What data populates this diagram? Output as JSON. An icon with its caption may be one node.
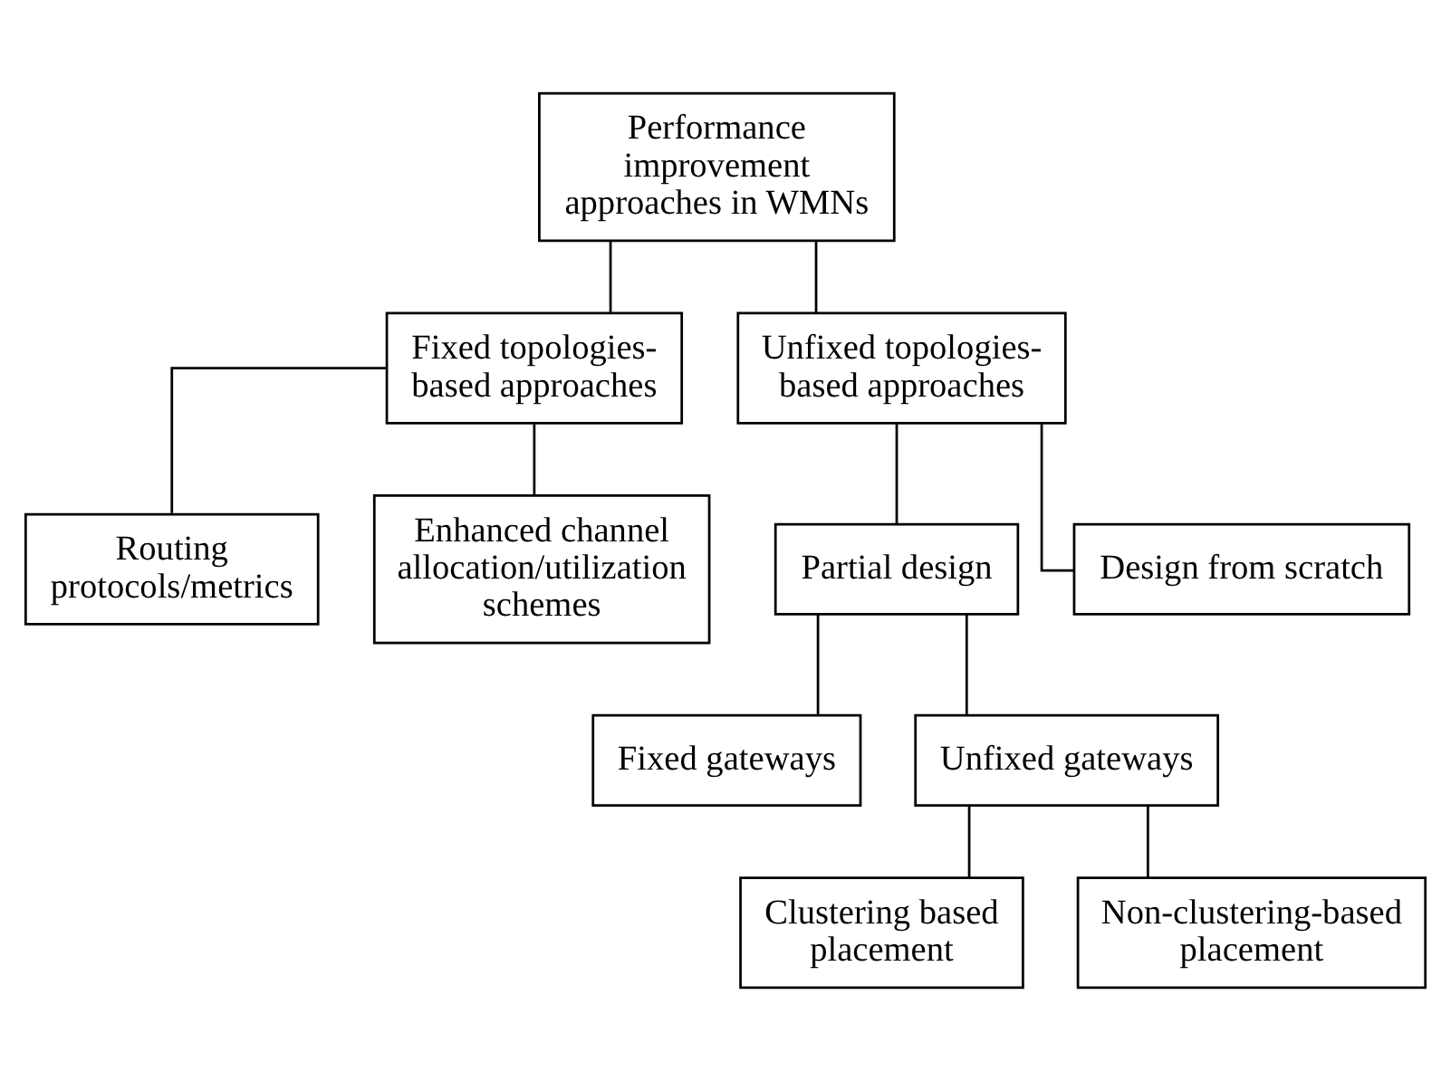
{
  "diagram": {
    "nodes": [
      {
        "text": [
          "Performance improvement approaches in WMNs"
        ]
      },
      {
        "text": [
          "Fixed topologies-based approaches"
        ]
      },
      {
        "text": [
          "Unfixed topologies-based approaches"
        ]
      },
      {
        "text": [
          "Routing protocols/metrics"
        ]
      },
      {
        "text": [
          "Enhanced channel allocation/utilization schemes"
        ]
      },
      {
        "text": [
          "Partial design"
        ]
      },
      {
        "text": [
          "Design from scratch"
        ]
      },
      {
        "text": [
          "Fixed gateways"
        ]
      },
      {
        "text": [
          "Unfixed gateways"
        ]
      },
      {
        "text": [
          "Clustering based placement"
        ]
      },
      {
        "text": [
          "Non-clustering-based placement"
        ]
      }
    ],
    "edges": [
      {
        "from": 0,
        "to": 1,
        "arrow": "none"
      },
      {
        "from": 0,
        "to": 2,
        "arrow": "none"
      },
      {
        "from": 1,
        "to": 3,
        "arrow": "none"
      },
      {
        "from": 1,
        "to": 4,
        "arrow": "none"
      },
      {
        "from": 2,
        "to": 5,
        "arrow": "none"
      },
      {
        "from": 2,
        "to": 6,
        "arrow": "none"
      },
      {
        "from": 5,
        "to": 7,
        "arrow": "none"
      },
      {
        "from": 5,
        "to": 8,
        "arrow": "none"
      },
      {
        "from": 8,
        "to": 9,
        "arrow": "none"
      },
      {
        "from": 8,
        "to": 10,
        "arrow": "none"
      }
    ]
  }
}
